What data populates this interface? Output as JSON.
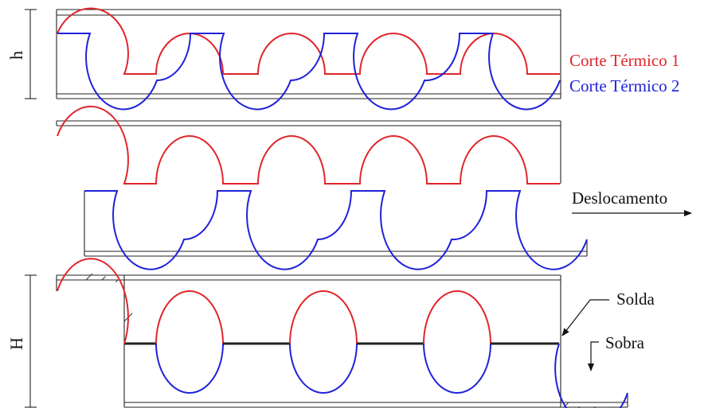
{
  "diagram": {
    "dimension_small": "h",
    "dimension_large": "H",
    "legend": {
      "cut1": "Corte Térmico 1",
      "cut2": "Corte Térmico 2"
    },
    "displacement_label": "Deslocamento",
    "weld_label": "Solda",
    "leftover_label": "Sobra"
  },
  "colors": {
    "cut1": "#e0262b",
    "cut2": "#1f22d8",
    "line": "#222222"
  }
}
